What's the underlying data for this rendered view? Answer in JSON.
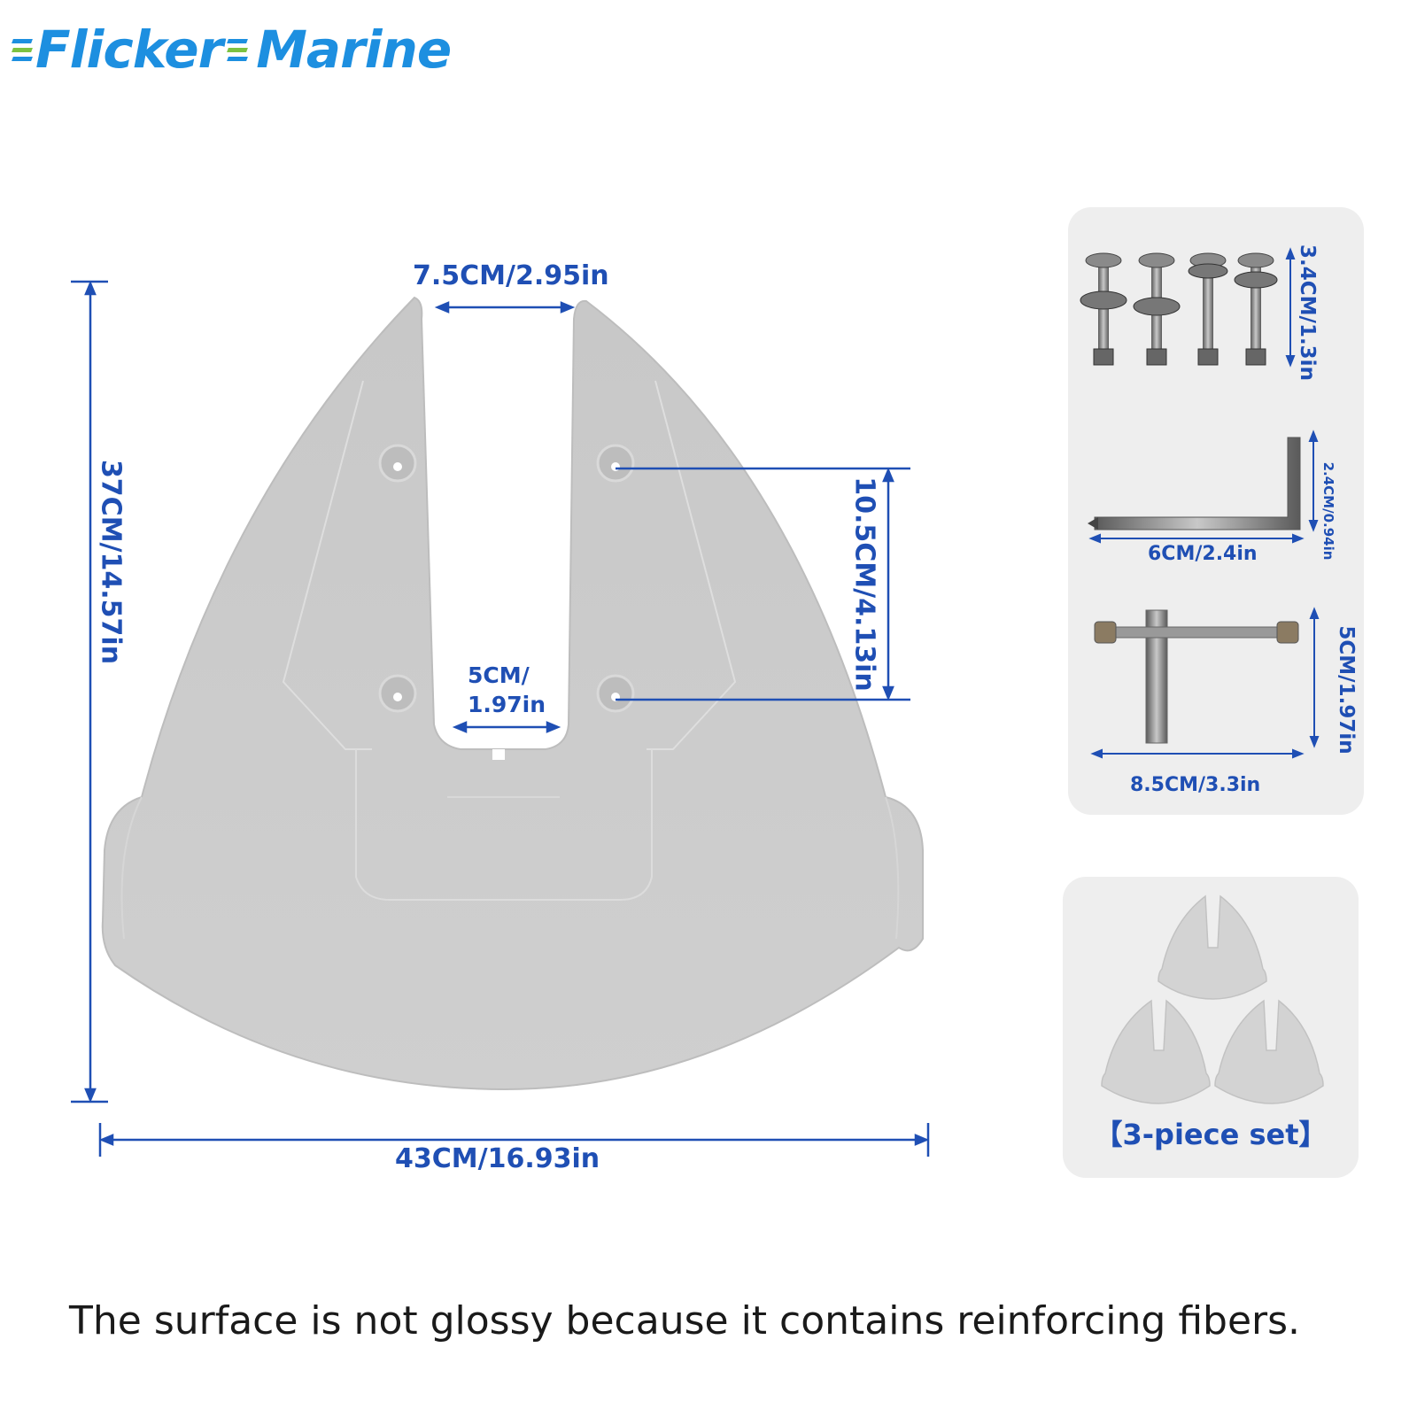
{
  "brand": {
    "word1": "Flicker",
    "word2": "Marine",
    "accent_blue": "#1d8fe0",
    "accent_green": "#7dc242"
  },
  "dimensions": {
    "top_opening": "7.5CM/2.95in",
    "height": "37CM/14.57in",
    "hole_spacing": "10.5CM/4.13in",
    "slot_width_line1": "5CM/",
    "slot_width_line2": "1.97in",
    "width": "43CM/16.93in"
  },
  "hardware": {
    "bolts_length": "3.4CM/1.3in",
    "allen_key_height": "2.4CM/0.94in",
    "allen_key_length": "6CM/2.4in",
    "tbar_height": "5CM/1.97in",
    "tbar_length": "8.5CM/3.3in"
  },
  "set_label": "【3-piece set】",
  "caption": "The surface is not glossy because it contains reinforcing fibers.",
  "colors": {
    "dimension_blue": "#1f4fb4",
    "fin_gray": "#c9c9c9",
    "panel_gray": "#eeeeee"
  }
}
